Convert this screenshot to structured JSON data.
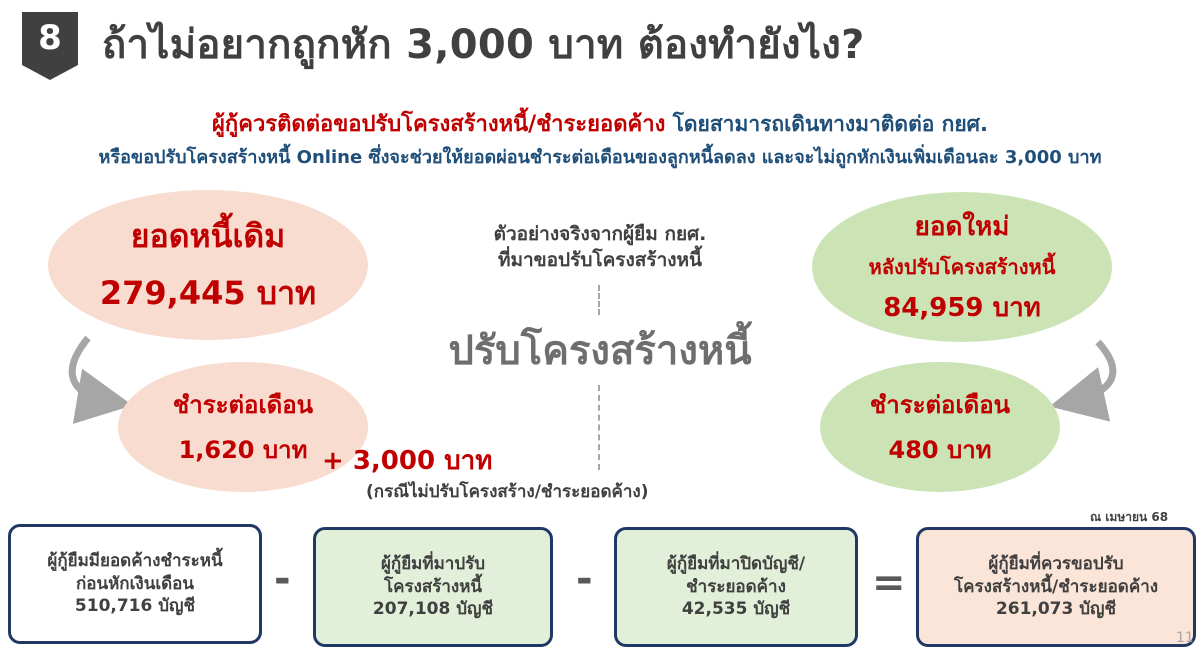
{
  "header": {
    "number": "8",
    "title": "ถ้าไม่อยากถูกหัก 3,000 บาท ต้องทำยังไง?"
  },
  "intro": {
    "highlight": "ผู้กู้ควรติดต่อขอปรับโครงสร้างหนี้/ชำระยอดค้าง",
    "line1_rest": " โดยสามารถเดินทางมาติดต่อ กยศ.",
    "line2": "หรือขอปรับโครงสร้างหนี้ Online ซึ่งจะช่วยให้ยอดผ่อนชำระต่อเดือนของลูกหนี้ลดลง และจะไม่ถูกหักเงินเพิ่มเดือนละ 3,000 บาท"
  },
  "before": {
    "debt_label": "ยอดหนี้เดิม",
    "debt_value": "279,445 บาท",
    "monthly_label": "ชำระต่อเดือน",
    "monthly_value": "1,620 บาท",
    "extra": "+ 3,000 บาท",
    "note": "(กรณีไม่ปรับโครงสร้าง/ชำระยอดค้าง)"
  },
  "middle": {
    "example_line1": "ตัวอย่างจริงจากผู้ยืม กยศ.",
    "example_line2": "ที่มาขอปรับโครงสร้างหนี้",
    "restructure": "ปรับโครงสร้างหนี้"
  },
  "after": {
    "new_label": "ยอดใหม่",
    "new_sub": "หลังปรับโครงสร้างหนี้",
    "new_value": "84,959 บาท",
    "monthly_label": "ชำระต่อเดือน",
    "monthly_value": "480 บาท"
  },
  "as_of": "ณ เมษายน 68",
  "equation": {
    "box1": {
      "line1": "ผู้กู้ยืมมียอดค้างชำระหนี้",
      "line2": "ก่อนหักเงินเดือน",
      "line3": "510,716 บัญชี"
    },
    "op1": "-",
    "box2": {
      "line1": "ผู้กู้ยืมที่มาปรับ",
      "line2": "โครงสร้างหนี้",
      "line3": "207,108 บัญชี"
    },
    "op2": "-",
    "box3": {
      "line1": "ผู้กู้ยืมที่มาปิดบัญชี/",
      "line2": "ชำระยอดค้าง",
      "line3": "42,535 บัญชี"
    },
    "op3": "=",
    "box4": {
      "line1": "ผู้กู้ยืมที่ควรขอปรับ",
      "line2": "โครงสร้างหนี้/ชำระยอดค้าง",
      "line3": "261,073 บัญชี"
    }
  },
  "page_number": "11",
  "colors": {
    "badge": "#404040",
    "highlight_red": "#c00000",
    "navy": "#1f4e79",
    "peach": "#f8dccf",
    "green": "#cbe3b5",
    "box_border": "#1f3864"
  }
}
